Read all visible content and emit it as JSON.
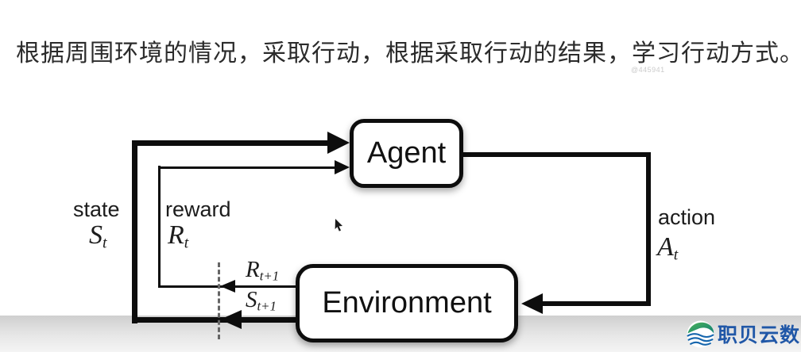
{
  "header": {
    "sentence": "根据周围环境的情况，采取行动，根据采取行动的结果，学习行动方式。",
    "watermark": "@445941"
  },
  "diagram": {
    "agent_label": "Agent",
    "environment_label": "Environment",
    "labels": {
      "state": {
        "word": "state",
        "main": "S",
        "sub": "t"
      },
      "reward": {
        "word": "reward",
        "main": "R",
        "sub": "t"
      },
      "action": {
        "word": "action",
        "main": "A",
        "sub": "t"
      },
      "reward_next": {
        "main": "R",
        "sub": "t+1"
      },
      "state_next": {
        "main": "S",
        "sub": "t+1"
      }
    }
  },
  "footer": {
    "brand_text": "职贝云数"
  },
  "colors": {
    "diagram-ink": "#0d0d0d",
    "ink-text": "#2b2b2b",
    "watermark": "#cbcbcb",
    "logo-blue": "#2057a7",
    "logo-green": "#3fa14b",
    "logo-teal": "#0e7f77",
    "logo-wave-blue": "#1565ad"
  }
}
